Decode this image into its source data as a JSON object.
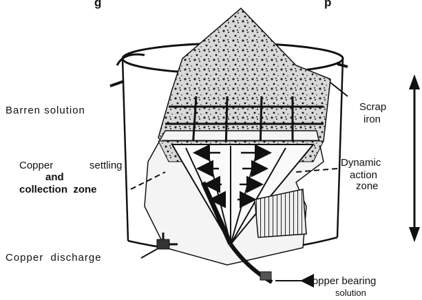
{
  "title": {
    "left": "g",
    "right": "p"
  },
  "labels": {
    "scrap_iron_1": "Scrap",
    "scrap_iron_2": "iron",
    "barren_solution": "Barren solution",
    "copper_settling_1": "Copper",
    "copper_settling_2": "settling",
    "copper_settling_3": "and",
    "copper_settling_4": "collection  zone",
    "dynamic_1": "Dynamic",
    "dynamic_2": "action",
    "dynamic_3": "zone",
    "copper_discharge": "Copper  discharge",
    "copper_bearing_1": "Copper bearing",
    "copper_bearing_2": "solution"
  },
  "colors": {
    "ink": "#111111",
    "paper": "#ffffff"
  }
}
